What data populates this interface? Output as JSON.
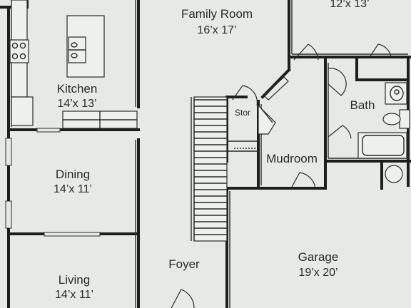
{
  "rooms": {
    "top_right": {
      "name": "",
      "dims": "12’x 13’"
    },
    "family": {
      "name": "Family Room",
      "dims": "16’x 17’"
    },
    "kitchen": {
      "name": "Kitchen",
      "dims": "14’x 13’"
    },
    "storage": {
      "name": "Stor"
    },
    "bath": {
      "name": "Bath"
    },
    "mudroom": {
      "name": "Mudroom"
    },
    "dining": {
      "name": "Dining",
      "dims": "14’x 11’"
    },
    "foyer": {
      "name": "Foyer"
    },
    "garage": {
      "name": "Garage",
      "dims": "19’x 20’"
    },
    "living": {
      "name": "Living",
      "dims": "14’x 11’"
    }
  },
  "colors": {
    "background": "#e6e9e5",
    "wall": "#1e1e1e"
  }
}
